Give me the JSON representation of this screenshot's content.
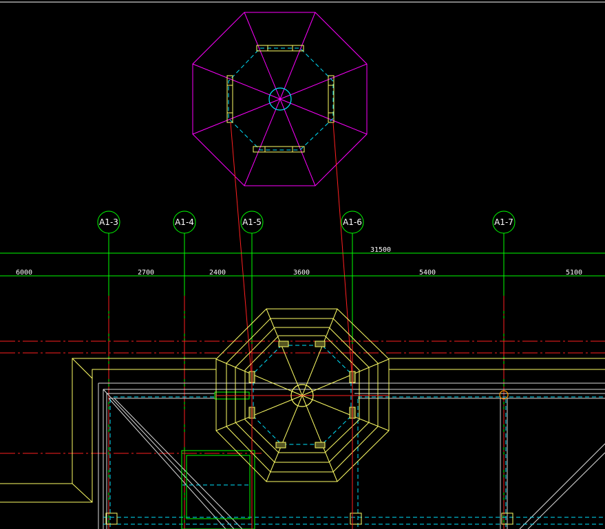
{
  "colors": {
    "background": "#000000",
    "grid": "#00ff00",
    "outline": "#ffff66",
    "roof_magenta": "#ff00ff",
    "center_red": "#ff2020",
    "cyan": "#00e5ff",
    "white": "#ffffff"
  },
  "axes": [
    {
      "label": "A1-3"
    },
    {
      "label": "A1-4"
    },
    {
      "label": "A1-5"
    },
    {
      "label": "A1-6"
    },
    {
      "label": "A1-7"
    }
  ],
  "dimensions": {
    "overall": "31500",
    "spans": [
      "6000",
      "2700",
      "2400",
      "3600",
      "5400",
      "5100"
    ]
  }
}
